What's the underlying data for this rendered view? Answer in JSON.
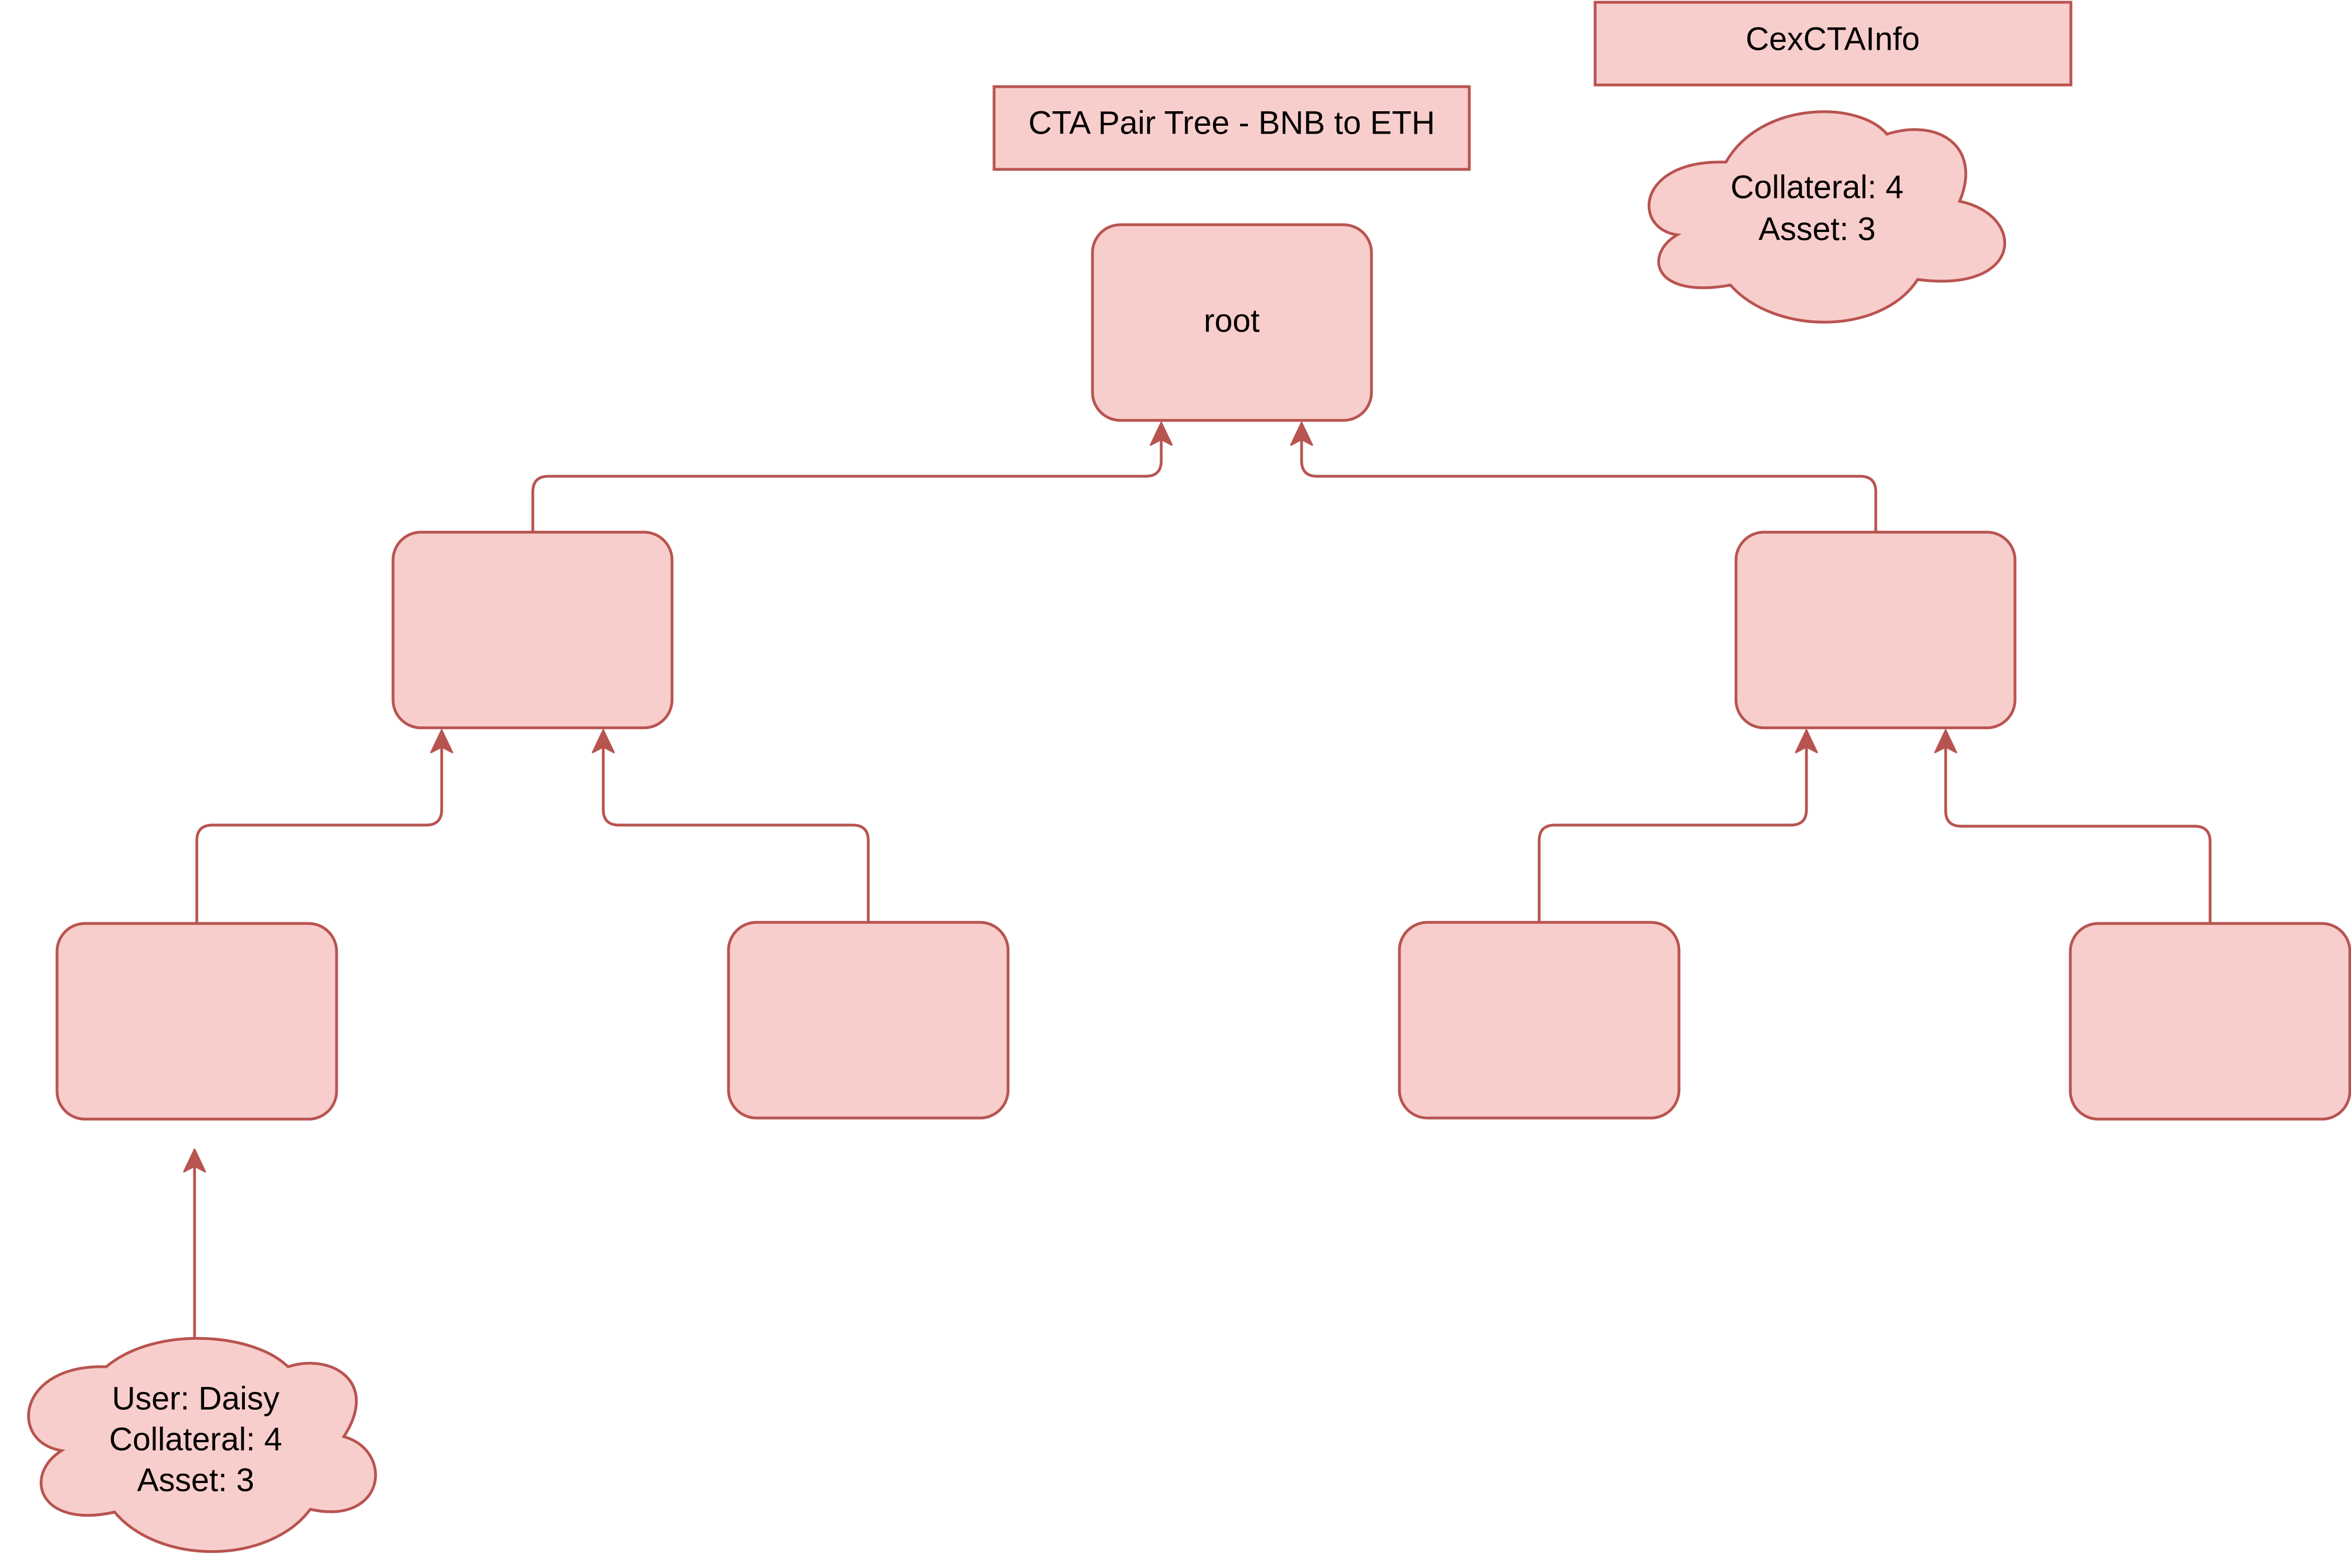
{
  "header": {
    "title": "CTA Pair Tree - BNB to ETH",
    "info_title": "CexCTAInfo"
  },
  "tree": {
    "root_label": "root"
  },
  "info_cloud": {
    "collateral": "Collateral: 4",
    "asset": "Asset: 3"
  },
  "user_cloud": {
    "user": "User: Daisy",
    "collateral": "Collateral: 4",
    "asset": "Asset: 3"
  },
  "colors": {
    "fill": "#f8cecc",
    "stroke": "#b85450"
  }
}
